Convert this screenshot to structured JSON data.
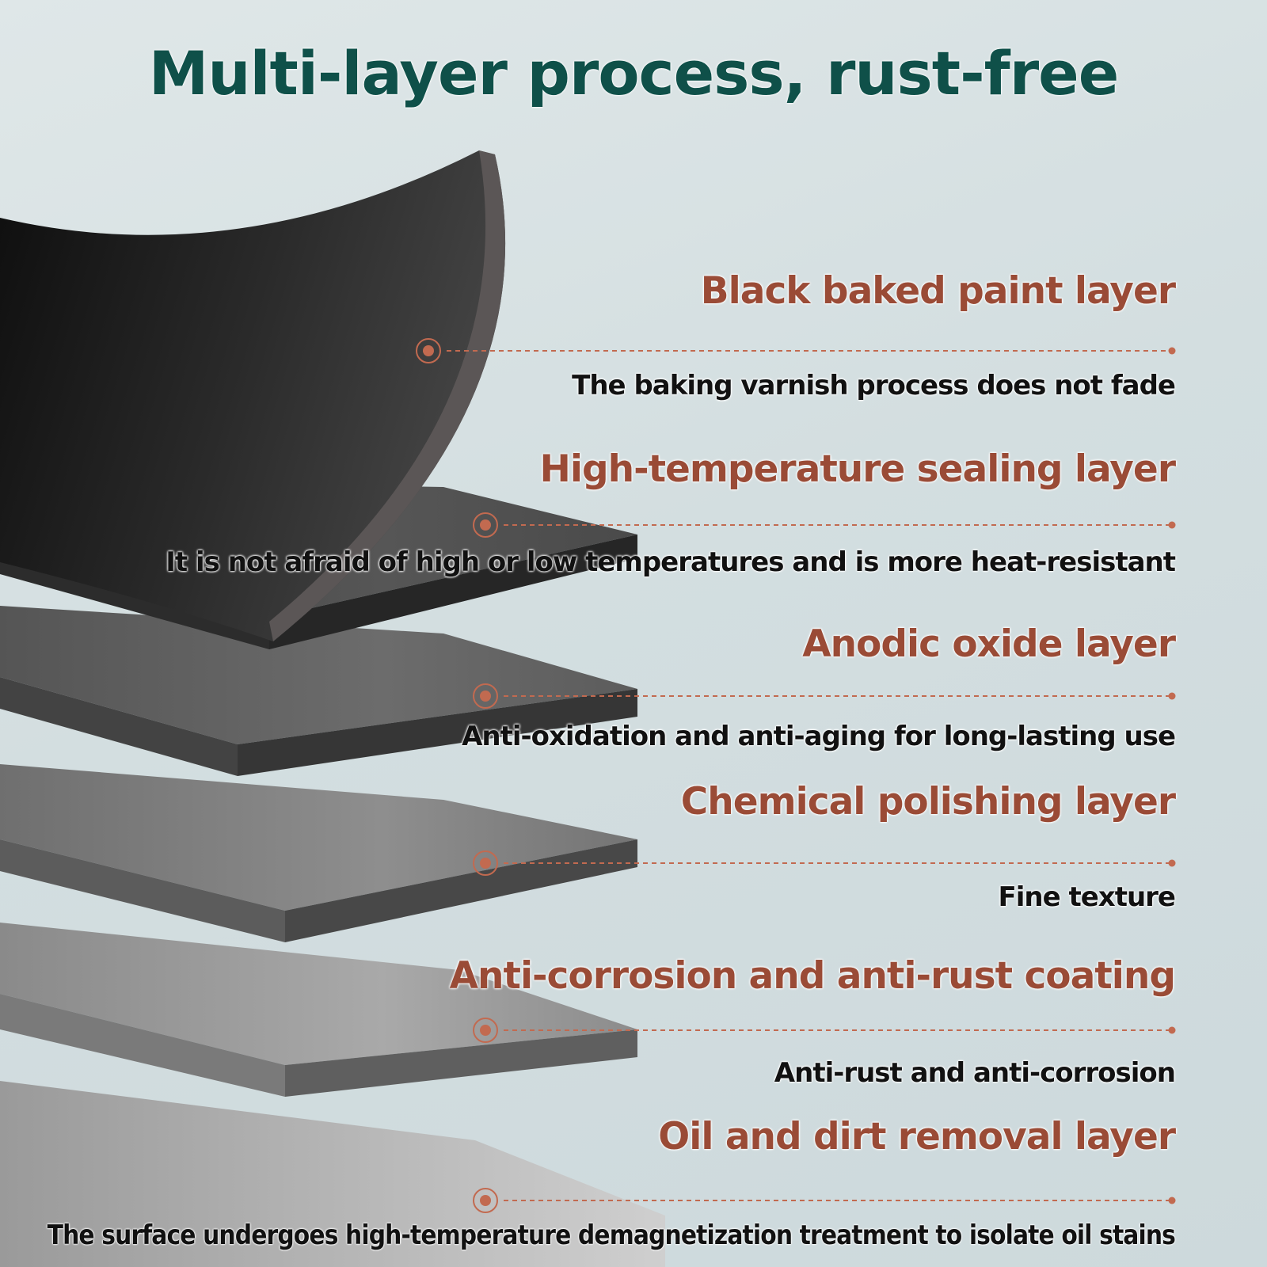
{
  "header": {
    "title": "Multi-layer process, rust-free"
  },
  "colors": {
    "title": "#0f5049",
    "layer_title": "#9a4b36",
    "marker": "#c26a50",
    "description": "#111111"
  },
  "layers": [
    {
      "title": "Black baked paint layer",
      "description": "The baking varnish process does not fade"
    },
    {
      "title": "High-temperature sealing layer",
      "description": "It is not afraid of high or low temperatures and is more heat-resistant"
    },
    {
      "title": "Anodic oxide layer",
      "description": "Anti-oxidation and anti-aging for long-lasting use"
    },
    {
      "title": "Chemical polishing layer",
      "description": "Fine texture"
    },
    {
      "title": "Anti-corrosion and anti-rust coating",
      "description": "Anti-rust and anti-corrosion"
    },
    {
      "title": "Oil and dirt removal layer",
      "description": "The surface undergoes high-temperature demagnetization treatment to isolate oil stains"
    }
  ]
}
